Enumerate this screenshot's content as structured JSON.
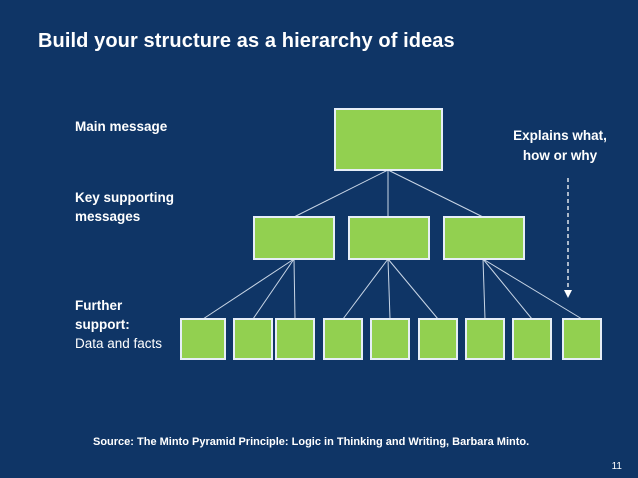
{
  "title": "Build your structure as a hierarchy of ideas",
  "labels": {
    "main": "Main message",
    "key_line1": "Key supporting",
    "key_line2": "messages",
    "further_line1": "Further",
    "further_line2": "support:",
    "further_line3": "Data and facts"
  },
  "annotation": {
    "line1": "Explains what,",
    "line2": "how or why"
  },
  "source": "Source: The Minto Pyramid Principle: Logic in Thinking and  Writing, Barbara Minto.",
  "page_number": "11",
  "colors": {
    "background": "#0f3566",
    "box_fill": "#92d050",
    "box_border": "#e6eef7",
    "connector": "#c9d6e6",
    "text": "#ffffff"
  }
}
